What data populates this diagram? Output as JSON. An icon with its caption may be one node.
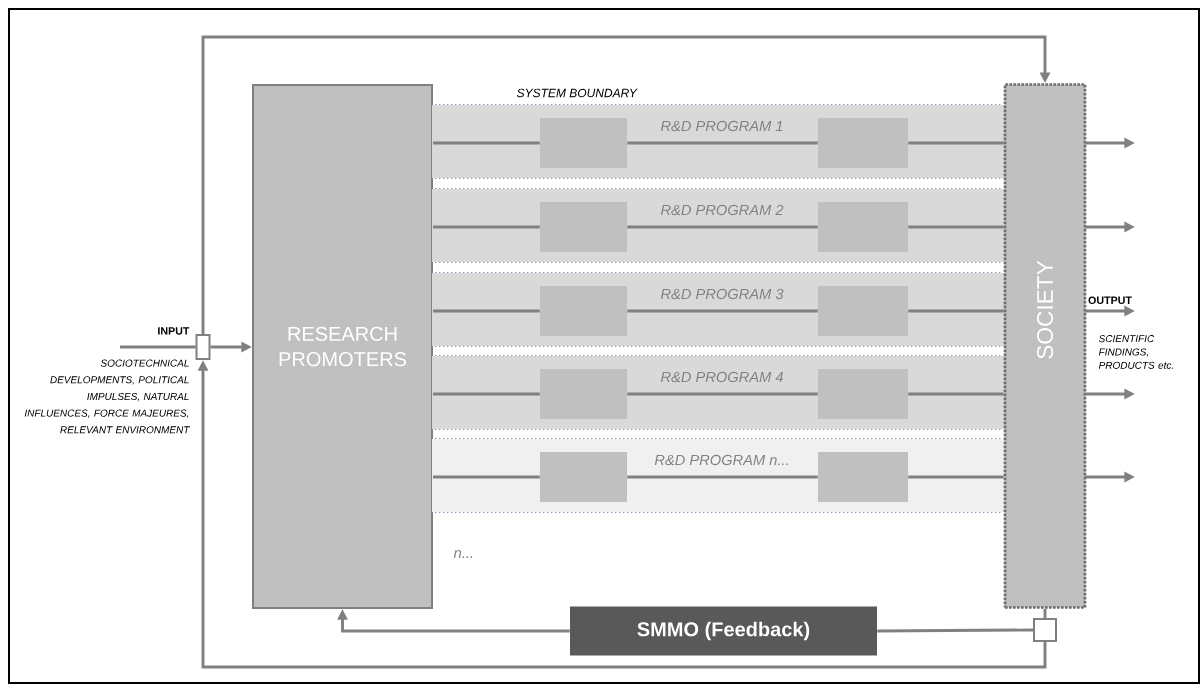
{
  "diagram": {
    "nodes": [
      {
        "text": [],
        "shape": "box"
      },
      {
        "text": [
          "RESEARCH PROMOTERS"
        ]
      },
      {
        "text": [
          "R&D PROGRAM 1"
        ]
      },
      {
        "text": [],
        "shape": "box",
        "in": 2
      },
      {
        "text": [],
        "shape": "box",
        "in": 2
      },
      {
        "text": [
          "R&D PROGRAM 2"
        ]
      },
      {
        "text": [],
        "shape": "box",
        "in": 5
      },
      {
        "text": [],
        "shape": "box",
        "in": 5
      },
      {
        "text": [
          "R&D PROGRAM 3"
        ]
      },
      {
        "text": [],
        "shape": "box",
        "in": 8
      },
      {
        "text": [],
        "shape": "box",
        "in": 8
      },
      {
        "text": [
          "R&D PROGRAM 4"
        ]
      },
      {
        "text": [],
        "shape": "box",
        "in": 11
      },
      {
        "text": [],
        "shape": "box",
        "in": 11
      },
      {
        "text": [
          "R&D PROGRAM n..."
        ]
      },
      {
        "text": [],
        "shape": "box",
        "in": 14
      },
      {
        "text": [],
        "shape": "box",
        "in": 14
      },
      {
        "text": [
          "SOCIETY"
        ]
      },
      {
        "text": [
          "SMMO (Feedback)"
        ]
      },
      {
        "text": [],
        "shape": "box"
      }
    ],
    "edges": [
      {
        "from": null,
        "to": 0,
        "arrow": "none"
      },
      {
        "from": 0,
        "to": 1,
        "arrow": "to"
      },
      {
        "from": 0,
        "to": 17,
        "arrow": "to"
      },
      {
        "from": 19,
        "to": 0,
        "arrow": "to"
      },
      {
        "from": 17,
        "to": 19,
        "arrow": "none"
      },
      {
        "from": 19,
        "to": 18,
        "arrow": "none"
      },
      {
        "from": 18,
        "to": 1,
        "arrow": "to"
      },
      {
        "from": 1,
        "to": 3,
        "arrow": "none"
      },
      {
        "from": 3,
        "to": 4,
        "arrow": "none"
      },
      {
        "from": 4,
        "to": 17,
        "arrow": "none"
      },
      {
        "from": 1,
        "to": 6,
        "arrow": "none"
      },
      {
        "from": 6,
        "to": 7,
        "arrow": "none"
      },
      {
        "from": 7,
        "to": 17,
        "arrow": "none"
      },
      {
        "from": 1,
        "to": 9,
        "arrow": "none"
      },
      {
        "from": 9,
        "to": 10,
        "arrow": "none"
      },
      {
        "from": 10,
        "to": 17,
        "arrow": "none"
      },
      {
        "from": 1,
        "to": 12,
        "arrow": "none"
      },
      {
        "from": 12,
        "to": 13,
        "arrow": "none"
      },
      {
        "from": 13,
        "to": 17,
        "arrow": "none"
      },
      {
        "from": 1,
        "to": 15,
        "arrow": "none"
      },
      {
        "from": 15,
        "to": 16,
        "arrow": "none"
      },
      {
        "from": 16,
        "to": 17,
        "arrow": "none"
      },
      {
        "from": 17,
        "to": null,
        "arrow": "to"
      },
      {
        "from": 17,
        "to": null,
        "arrow": "to"
      },
      {
        "from": 17,
        "to": null,
        "arrow": "to",
        "label": "OUTPUT"
      },
      {
        "from": 17,
        "to": null,
        "arrow": "to"
      },
      {
        "from": 17,
        "to": null,
        "arrow": "to"
      }
    ],
    "labels": [
      "SYSTEM BOUNDARY",
      "INPUT",
      "SOCIOTECHNICAL DEVELOPMENTS, POLITICAL IMPULSES, NATURAL INFLUENCES, FORCE MAJEURES, RELEVANT ENVIRONMENT",
      "SCIENTIFIC FINDINGS, PRODUCTS etc.",
      "n..."
    ]
  }
}
